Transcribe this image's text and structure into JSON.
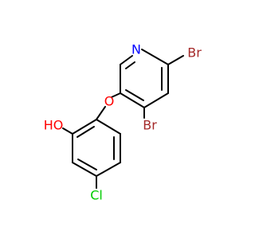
{
  "molecule": {
    "atoms": [
      {
        "id": "N1",
        "label": "N",
        "color": "#0000ff"
      },
      {
        "id": "O1",
        "label": "O",
        "color": "#ff0000"
      },
      {
        "id": "OH",
        "label": "HO",
        "color": "#ff0000"
      },
      {
        "id": "Br1",
        "label": "Br",
        "color": "#a52a2a"
      },
      {
        "id": "Br2",
        "label": "Br",
        "color": "#a52a2a"
      },
      {
        "id": "Cl1",
        "label": "Cl",
        "color": "#00cc00"
      }
    ],
    "bond_color": "#000000"
  }
}
